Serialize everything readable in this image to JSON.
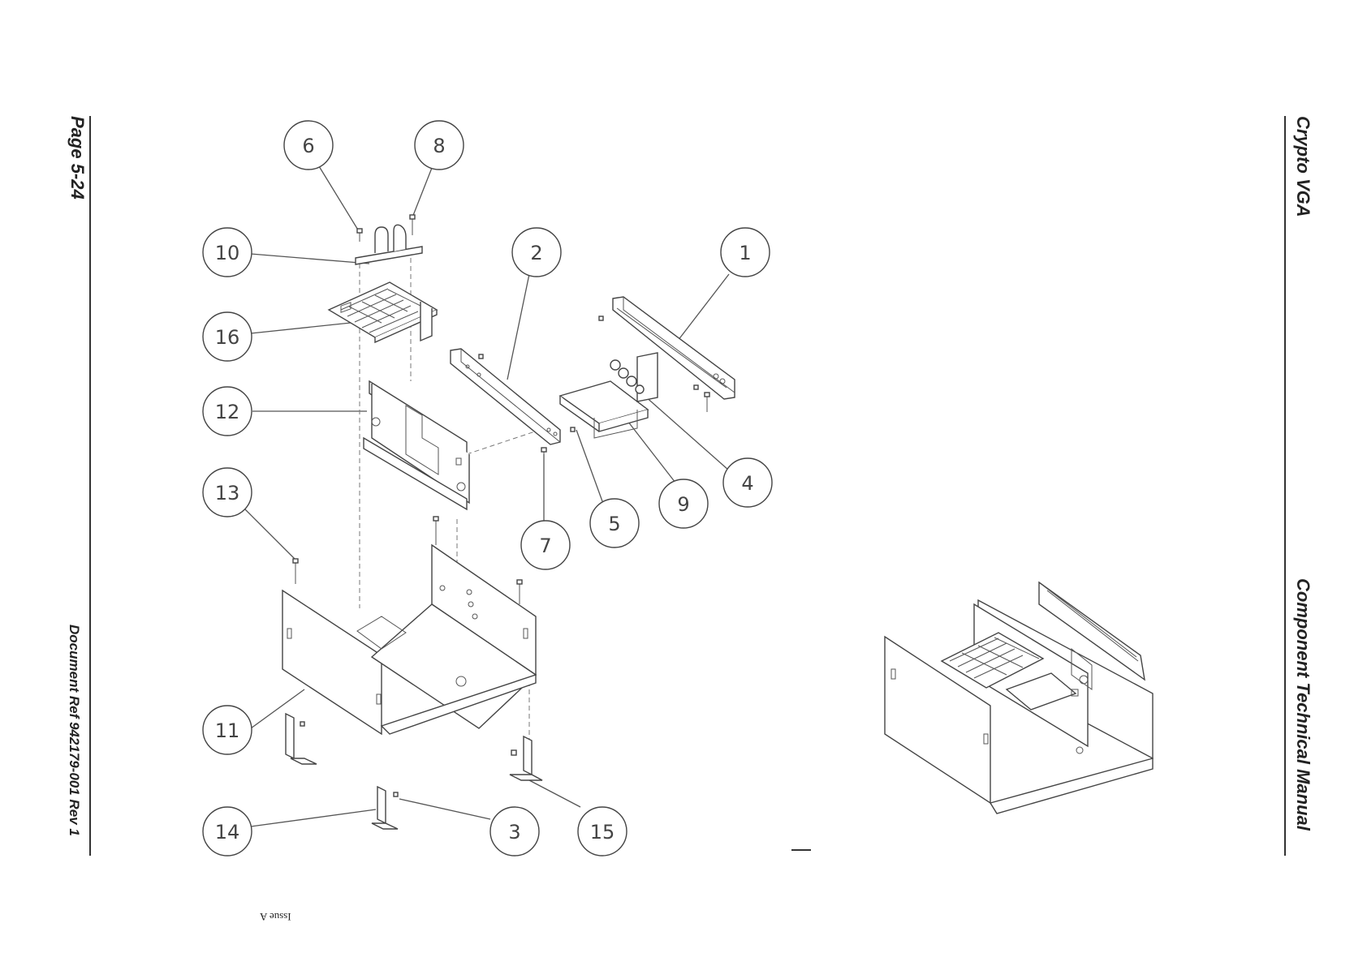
{
  "header": {
    "page_number": "Page 5-24",
    "document_ref": "Document Ref 942179-001 Rev 1",
    "product": "Crypto VGA",
    "manual": "Component Technical Manual",
    "issue": "Issue A"
  },
  "callouts": [
    "1",
    "2",
    "3",
    "4",
    "5",
    "6",
    "7",
    "8",
    "9",
    "10",
    "11",
    "12",
    "13",
    "14",
    "15",
    "16"
  ]
}
